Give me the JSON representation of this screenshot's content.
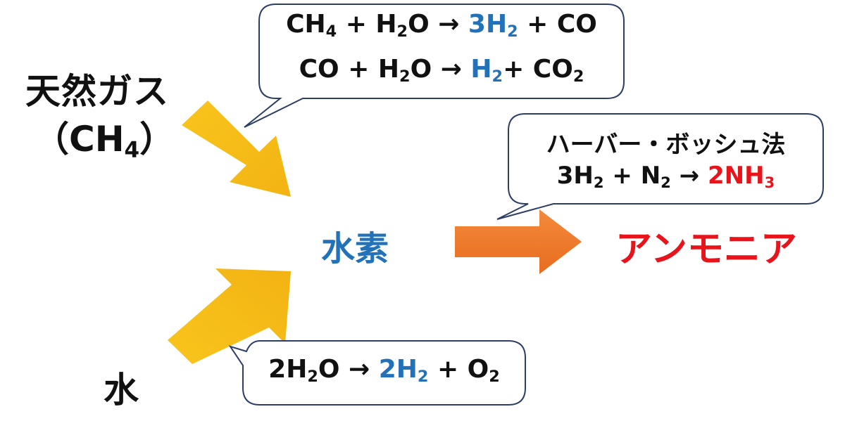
{
  "colors": {
    "hydrogen_blue": "#2372b9",
    "ammonia_red": "#e8141b",
    "arrow_yellow": "#f6bd17",
    "arrow_orange": "#ef7a2b",
    "bubble_stroke": "#2c3e66"
  },
  "sources": {
    "natural_gas": "天然ガス",
    "natural_gas_formula": {
      "open": "（",
      "sym": "CH",
      "sub": "4",
      "close": "）"
    },
    "water": "水"
  },
  "hydrogen_label": "水素",
  "ammonia_label": "アンモニア",
  "bubbles": {
    "steam_reforming": {
      "line1": {
        "a": "CH",
        "a_sub": "4",
        "b": " + H",
        "b_sub": "2",
        "c": "O → ",
        "d": "3H",
        "d_sub": "2",
        "e": " + CO"
      },
      "line2": {
        "a": "CO + H",
        "a_sub": "2",
        "b": "O → ",
        "c": "H",
        "c_sub": "2",
        "d": "+ CO",
        "d_sub": "2"
      }
    },
    "haber_bosch": {
      "title": "ハーバー・ボッシュ法",
      "eq": {
        "a": "3H",
        "a_sub": "2",
        "b": " + N",
        "b_sub": "2",
        "c": " → ",
        "d": "2NH",
        "d_sub": "3"
      }
    },
    "electrolysis": {
      "eq": {
        "a": "2H",
        "a_sub": "2",
        "b": "O → ",
        "c": "2H",
        "c_sub": "2",
        "d": " + O",
        "d_sub": "2"
      }
    }
  }
}
